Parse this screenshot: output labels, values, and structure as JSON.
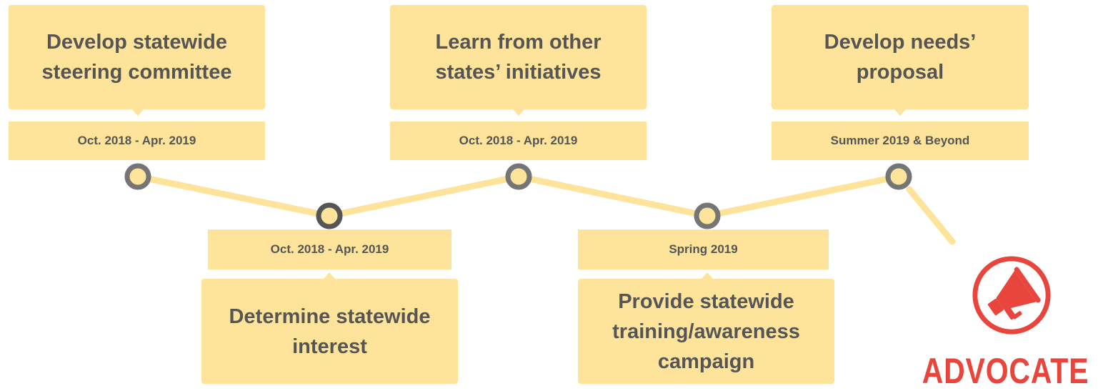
{
  "milestones": [
    {
      "title": "Develop statewide steering committee",
      "date": "Oct. 2018 - Apr. 2019"
    },
    {
      "title": "Determine statewide interest",
      "date": "Oct. 2018 - Apr. 2019"
    },
    {
      "title": "Learn from other states’ initiatives",
      "date": "Oct. 2018 - Apr. 2019"
    },
    {
      "title": "Provide statewide training/awareness campaign",
      "date": "Spring 2019"
    },
    {
      "title": "Develop needs’ proposal",
      "date": "Summer 2019 & Beyond"
    }
  ],
  "logo": {
    "text": "ADVOCATE",
    "icon": "megaphone-icon",
    "color": "#e8453c"
  },
  "colors": {
    "card": "#fde49a",
    "line": "#fde49a",
    "text": "#555555",
    "node_ring_light": "#757575",
    "node_ring_dark": "#555555",
    "node_fill": "#fde49a"
  }
}
